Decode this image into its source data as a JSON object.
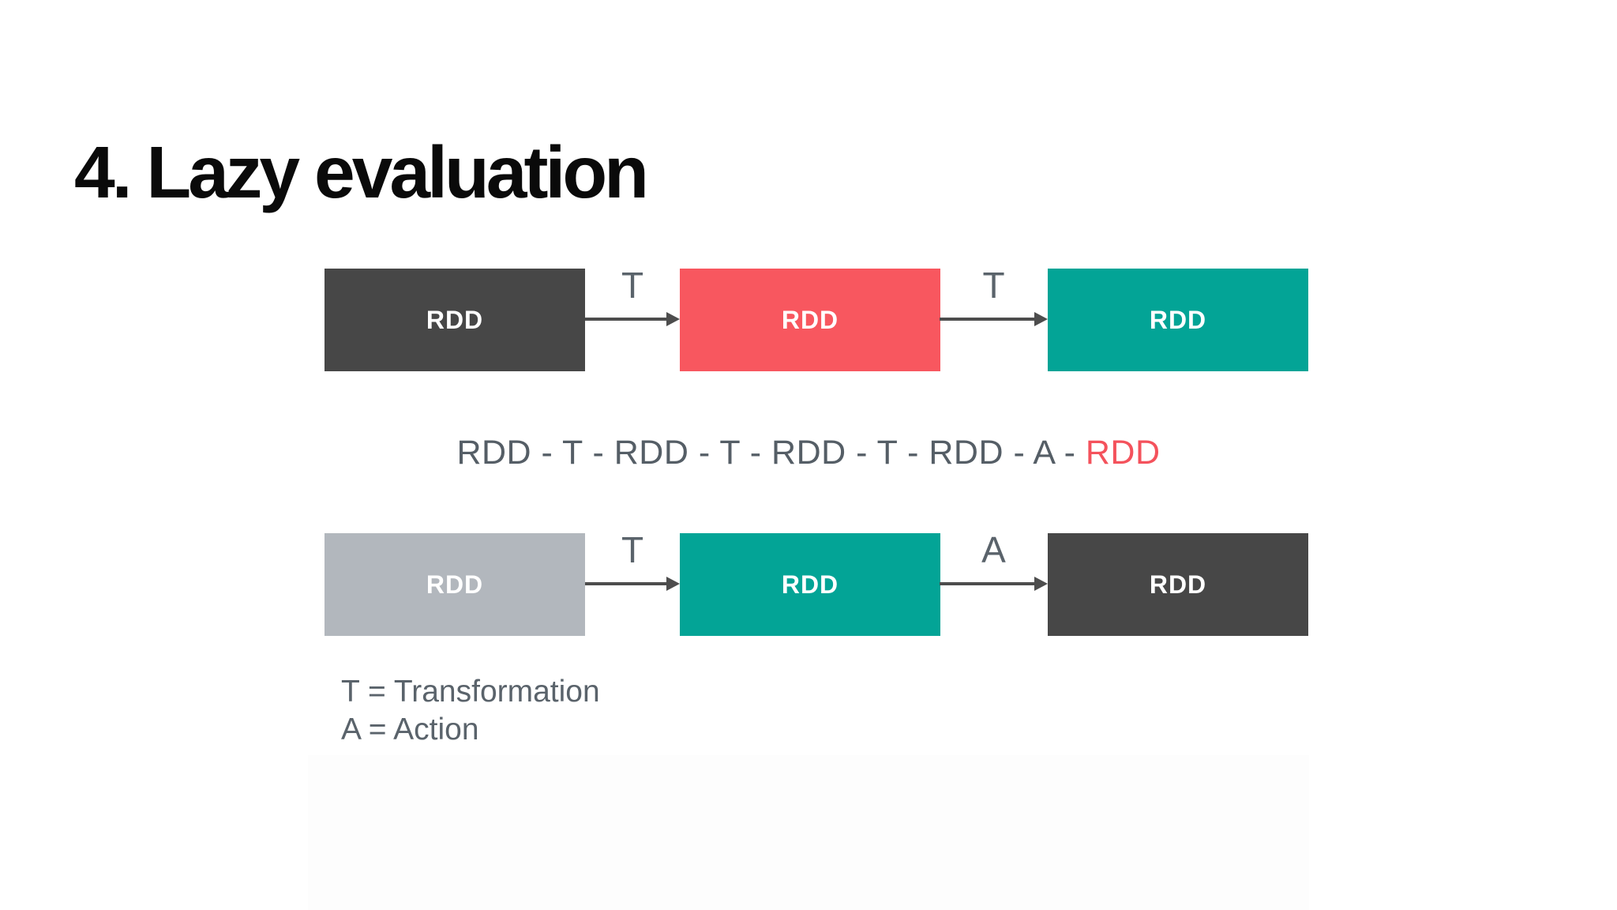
{
  "slide": {
    "title": "4. Lazy evaluation"
  },
  "colors": {
    "background": "#ffffff",
    "dark_box": "#474747",
    "red_box": "#f8575f",
    "teal_box": "#03a496",
    "light_gray_box": "#b2b7bd",
    "box_text": "#ffffff",
    "arrow": "#4d4d4d",
    "label_text": "#5a636b",
    "sequence_text": "#555e66",
    "sequence_highlight": "#f4525c"
  },
  "diagram_top": {
    "boxes": [
      {
        "label": "RDD",
        "color_key": "dark_box"
      },
      {
        "label": "RDD",
        "color_key": "red_box"
      },
      {
        "label": "RDD",
        "color_key": "teal_box"
      }
    ],
    "arrows": [
      {
        "label": "T"
      },
      {
        "label": "T"
      }
    ]
  },
  "sequence": {
    "prefix": "RDD - T - RDD - T - RDD - T - RDD - A - ",
    "highlight": "RDD"
  },
  "diagram_bottom": {
    "boxes": [
      {
        "label": "RDD",
        "color_key": "light_gray_box"
      },
      {
        "label": "RDD",
        "color_key": "teal_box"
      },
      {
        "label": "RDD",
        "color_key": "dark_box"
      }
    ],
    "arrows": [
      {
        "label": "T"
      },
      {
        "label": "A"
      }
    ]
  },
  "legend": {
    "line1": "T = Transformation",
    "line2": "A = Action"
  }
}
